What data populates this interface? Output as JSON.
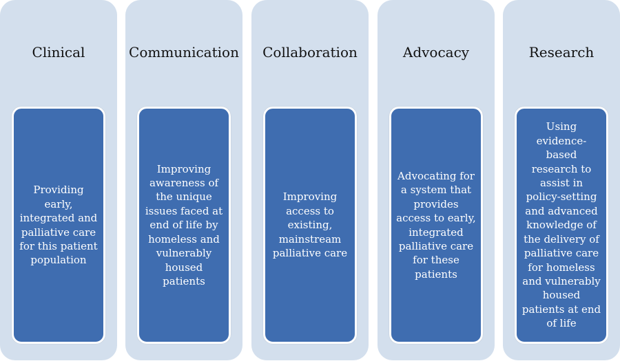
{
  "columns": [
    {
      "title": "Clinical",
      "description": "Providing early, integrated and palliative care for this patient population"
    },
    {
      "title": "Communication",
      "description": "Improving awareness of the unique issues faced at end of life by homeless and vulnerably housed patients"
    },
    {
      "title": "Collaboration",
      "description": "Improving access to existing, mainstream palliative care"
    },
    {
      "title": "Advocacy",
      "description": "Advocating for a system that provides access to early, integrated palliative care for these patients"
    },
    {
      "title": "Research",
      "description": "Using evidence-based research to assist in policy-setting and advanced knowledge of the delivery of palliative care for homeless and vulnerably housed patients at end of life"
    }
  ],
  "colors": {
    "column_background": "#d3dfed",
    "card_background": "#3f6db0",
    "card_border": "#ffffff",
    "title_text": "#111111",
    "card_text": "#ffffff"
  }
}
